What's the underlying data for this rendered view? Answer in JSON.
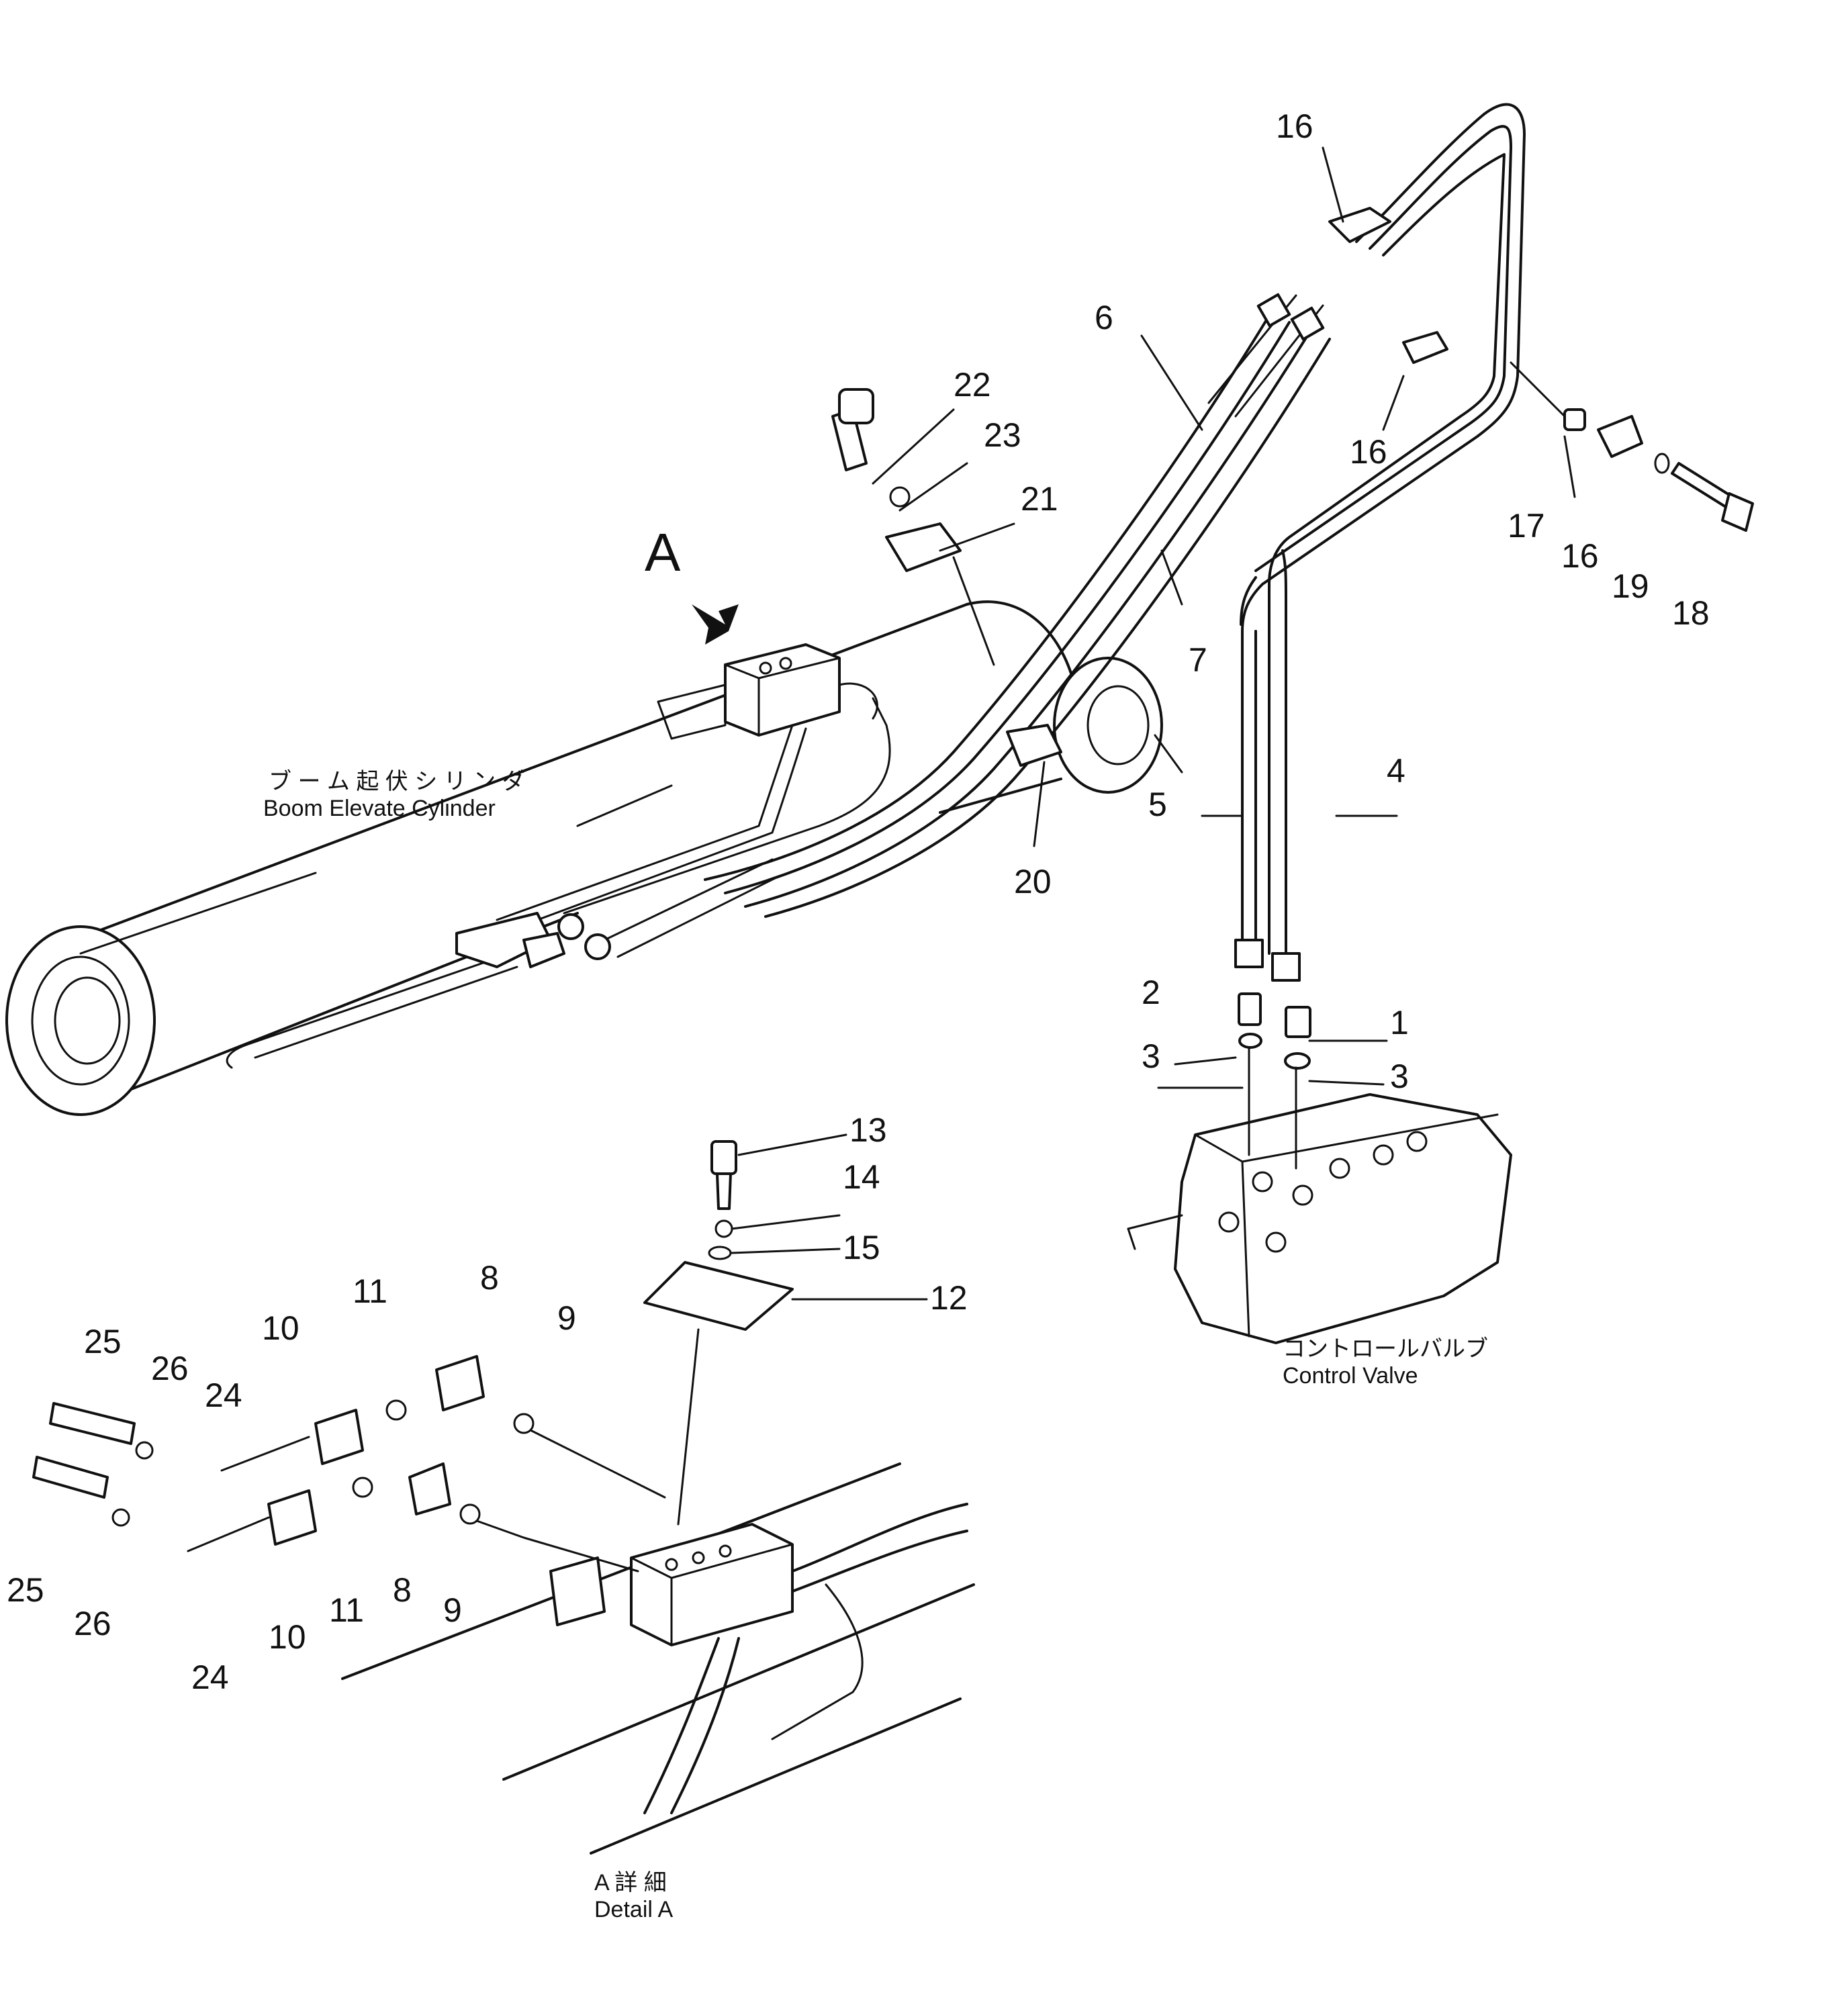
{
  "detail_marker": "A",
  "captions": {
    "boom_cylinder_jp": "ブ ー ム 起 伏 シ リ ン ダ",
    "boom_cylinder_en": "Boom  Elevate  Cylinder",
    "control_valve_jp": "コントロールバルブ",
    "control_valve_en": "Control  Valve",
    "detail_jp": "A 詳 細",
    "detail_en": "Detail A"
  },
  "callouts": {
    "c1": "1",
    "c2": "2",
    "c3a": "3",
    "c3b": "3",
    "c4": "4",
    "c5": "5",
    "c6": "6",
    "c7": "7",
    "c8a": "8",
    "c8b": "8",
    "c9a": "9",
    "c9b": "9",
    "c10a": "10",
    "c10b": "10",
    "c11a": "11",
    "c11b": "11",
    "c12": "12",
    "c13": "13",
    "c14": "14",
    "c15": "15",
    "c16a": "16",
    "c16b": "16",
    "c16c": "16",
    "c17": "17",
    "c18": "18",
    "c19": "19",
    "c20": "20",
    "c21": "21",
    "c22": "22",
    "c23": "23",
    "c24a": "24",
    "c24b": "24",
    "c25a": "25",
    "c25b": "25",
    "c26a": "26",
    "c26b": "26"
  },
  "colors": {
    "ink": "#111111",
    "paper": "#ffffff"
  }
}
